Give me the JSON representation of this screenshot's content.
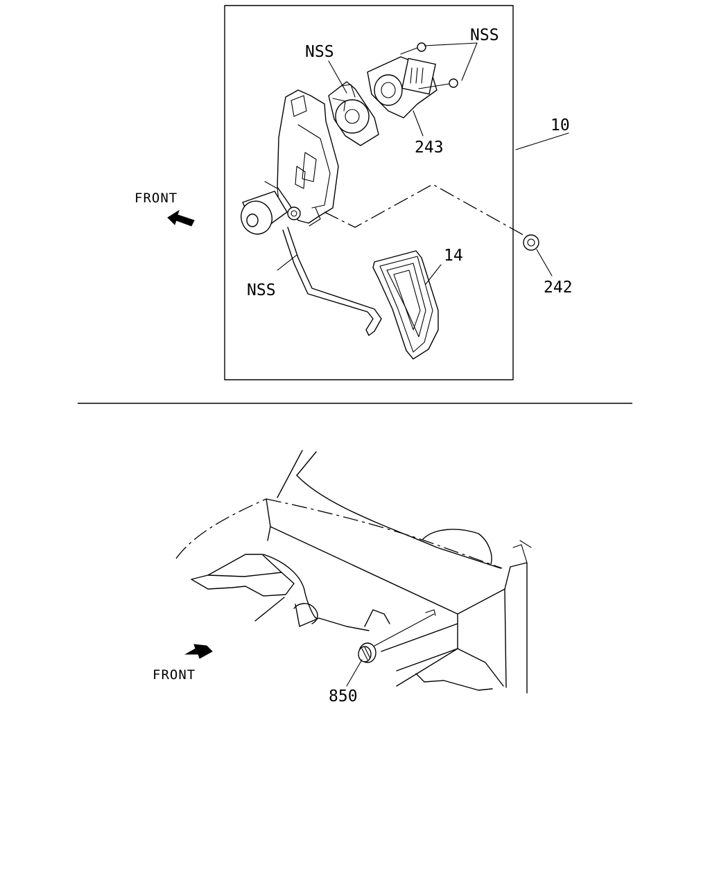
{
  "upper_view": {
    "labels": {
      "nss_sensor": "NSS",
      "nss_bolts": "NSS",
      "nss_arm": "NSS",
      "assembly": "10",
      "sensor": "243",
      "pad": "14",
      "nut": "242"
    },
    "front_label": "FRONT",
    "icons": [
      "front-arrow-icon"
    ]
  },
  "lower_view": {
    "labels": {
      "grommet": "850"
    },
    "front_label": "FRONT",
    "icons": [
      "front-arrow-icon"
    ]
  }
}
